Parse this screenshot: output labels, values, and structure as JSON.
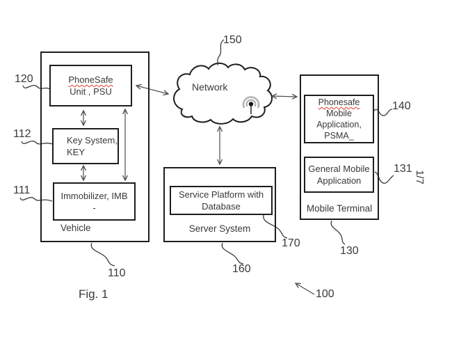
{
  "figure": {
    "fig_label": "Fig. 1",
    "sheet_label": "1/7"
  },
  "system": {
    "ref": "100"
  },
  "network": {
    "label": "Network",
    "ref": "150"
  },
  "vehicle": {
    "label": "Vehicle",
    "ref": "110",
    "psu": {
      "line1": "PhoneSafe",
      "line2": "Unit , PSU",
      "ref": "120"
    },
    "key": {
      "line1": "Key System,",
      "line2": "KEY",
      "ref": "112"
    },
    "imb": {
      "line1": "Immobilizer, IMB",
      "line2": "-",
      "ref": "111"
    }
  },
  "server": {
    "label": "Server System",
    "ref": "160",
    "platform": {
      "line1": "Service Platform with",
      "line2": "Database",
      "ref": "170"
    }
  },
  "mobile": {
    "label": "Mobile Terminal",
    "ref": "130",
    "psma": {
      "line1": "Phonesafe",
      "line2": "Mobile",
      "line3": "Application,",
      "line4": "PSMA_",
      "ref": "140"
    },
    "general": {
      "line1": "General Mobile",
      "line2": "Application",
      "ref": "131"
    }
  },
  "icons": {
    "wifi": "wifi-signal-icon"
  },
  "colors": {
    "line": "#4d4d4d",
    "border": "#1d1d1d",
    "text": "#383838",
    "spellcheck_underline": "#e23b2e",
    "wifi_arc": "#b5b5b5"
  }
}
